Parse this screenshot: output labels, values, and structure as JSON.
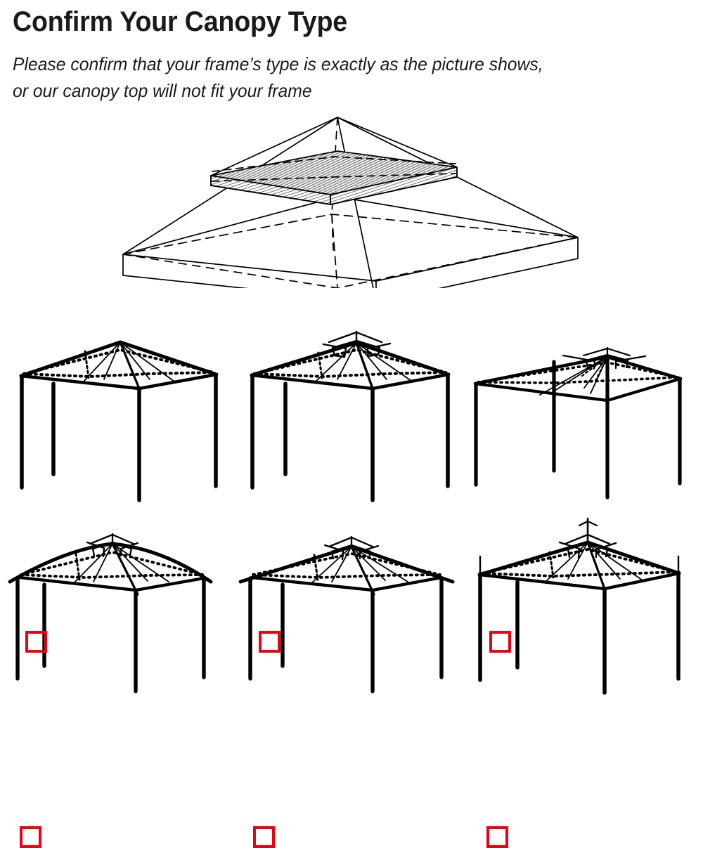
{
  "header": {
    "title": "Confirm Your Canopy Type",
    "subtitle_line_1": "Please confirm that your frame’s type is exactly as the picture shows,",
    "subtitle_line_2": "or our canopy top will not fit your frame"
  },
  "colors": {
    "background": "#ffffff",
    "ink": "#1a1a1a",
    "line": "#000000",
    "checkbox_red": "#ee0011",
    "check_red": "#ee0011",
    "vent_shade": "#d8d8d8"
  },
  "hero": {
    "name": "two-tier-canopy-top-isometric",
    "description": "Two-tier canopy top drawn in isometric projection with dashed hidden edges, a hatched vent skirt band under the upper tier and a flat rectangular base slab."
  },
  "options": {
    "selected_index": 1,
    "items": [
      {
        "index": 0,
        "id": "option-1",
        "name": "single-tier-peaked-roof-gazebo",
        "checked": false,
        "apex_style": "plain-peak",
        "roof_profile": "straight",
        "eaves": "flush",
        "legs": 4
      },
      {
        "index": 1,
        "id": "option-2",
        "name": "two-tier-vented-peak-gazebo",
        "checked": true,
        "apex_style": "vented-cap-with-crossbars",
        "roof_profile": "straight",
        "eaves": "flush",
        "legs": 4
      },
      {
        "index": 2,
        "id": "option-3",
        "name": "low-pitch-vented-gazebo-with-through-posts",
        "checked": false,
        "apex_style": "vented-cap-with-crossbars",
        "roof_profile": "low-pitch",
        "eaves": "flush",
        "legs": 4
      },
      {
        "index": 3,
        "id": "option-4",
        "name": "arched-roof-vented-gazebo",
        "checked": false,
        "apex_style": "vented-cap-with-crossbars",
        "roof_profile": "arched",
        "eaves": "overhang",
        "legs": 4
      },
      {
        "index": 4,
        "id": "option-5",
        "name": "wide-eave-vented-gazebo",
        "checked": false,
        "apex_style": "vented-cap-with-crossbars",
        "roof_profile": "straight",
        "eaves": "wide-overhang",
        "legs": 4
      },
      {
        "index": 5,
        "id": "option-6",
        "name": "finial-spike-vented-gazebo",
        "checked": false,
        "apex_style": "vented-cap-with-spike-finial",
        "roof_profile": "straight",
        "eaves": "flush",
        "legs": 4,
        "leg_finials": true
      }
    ]
  }
}
